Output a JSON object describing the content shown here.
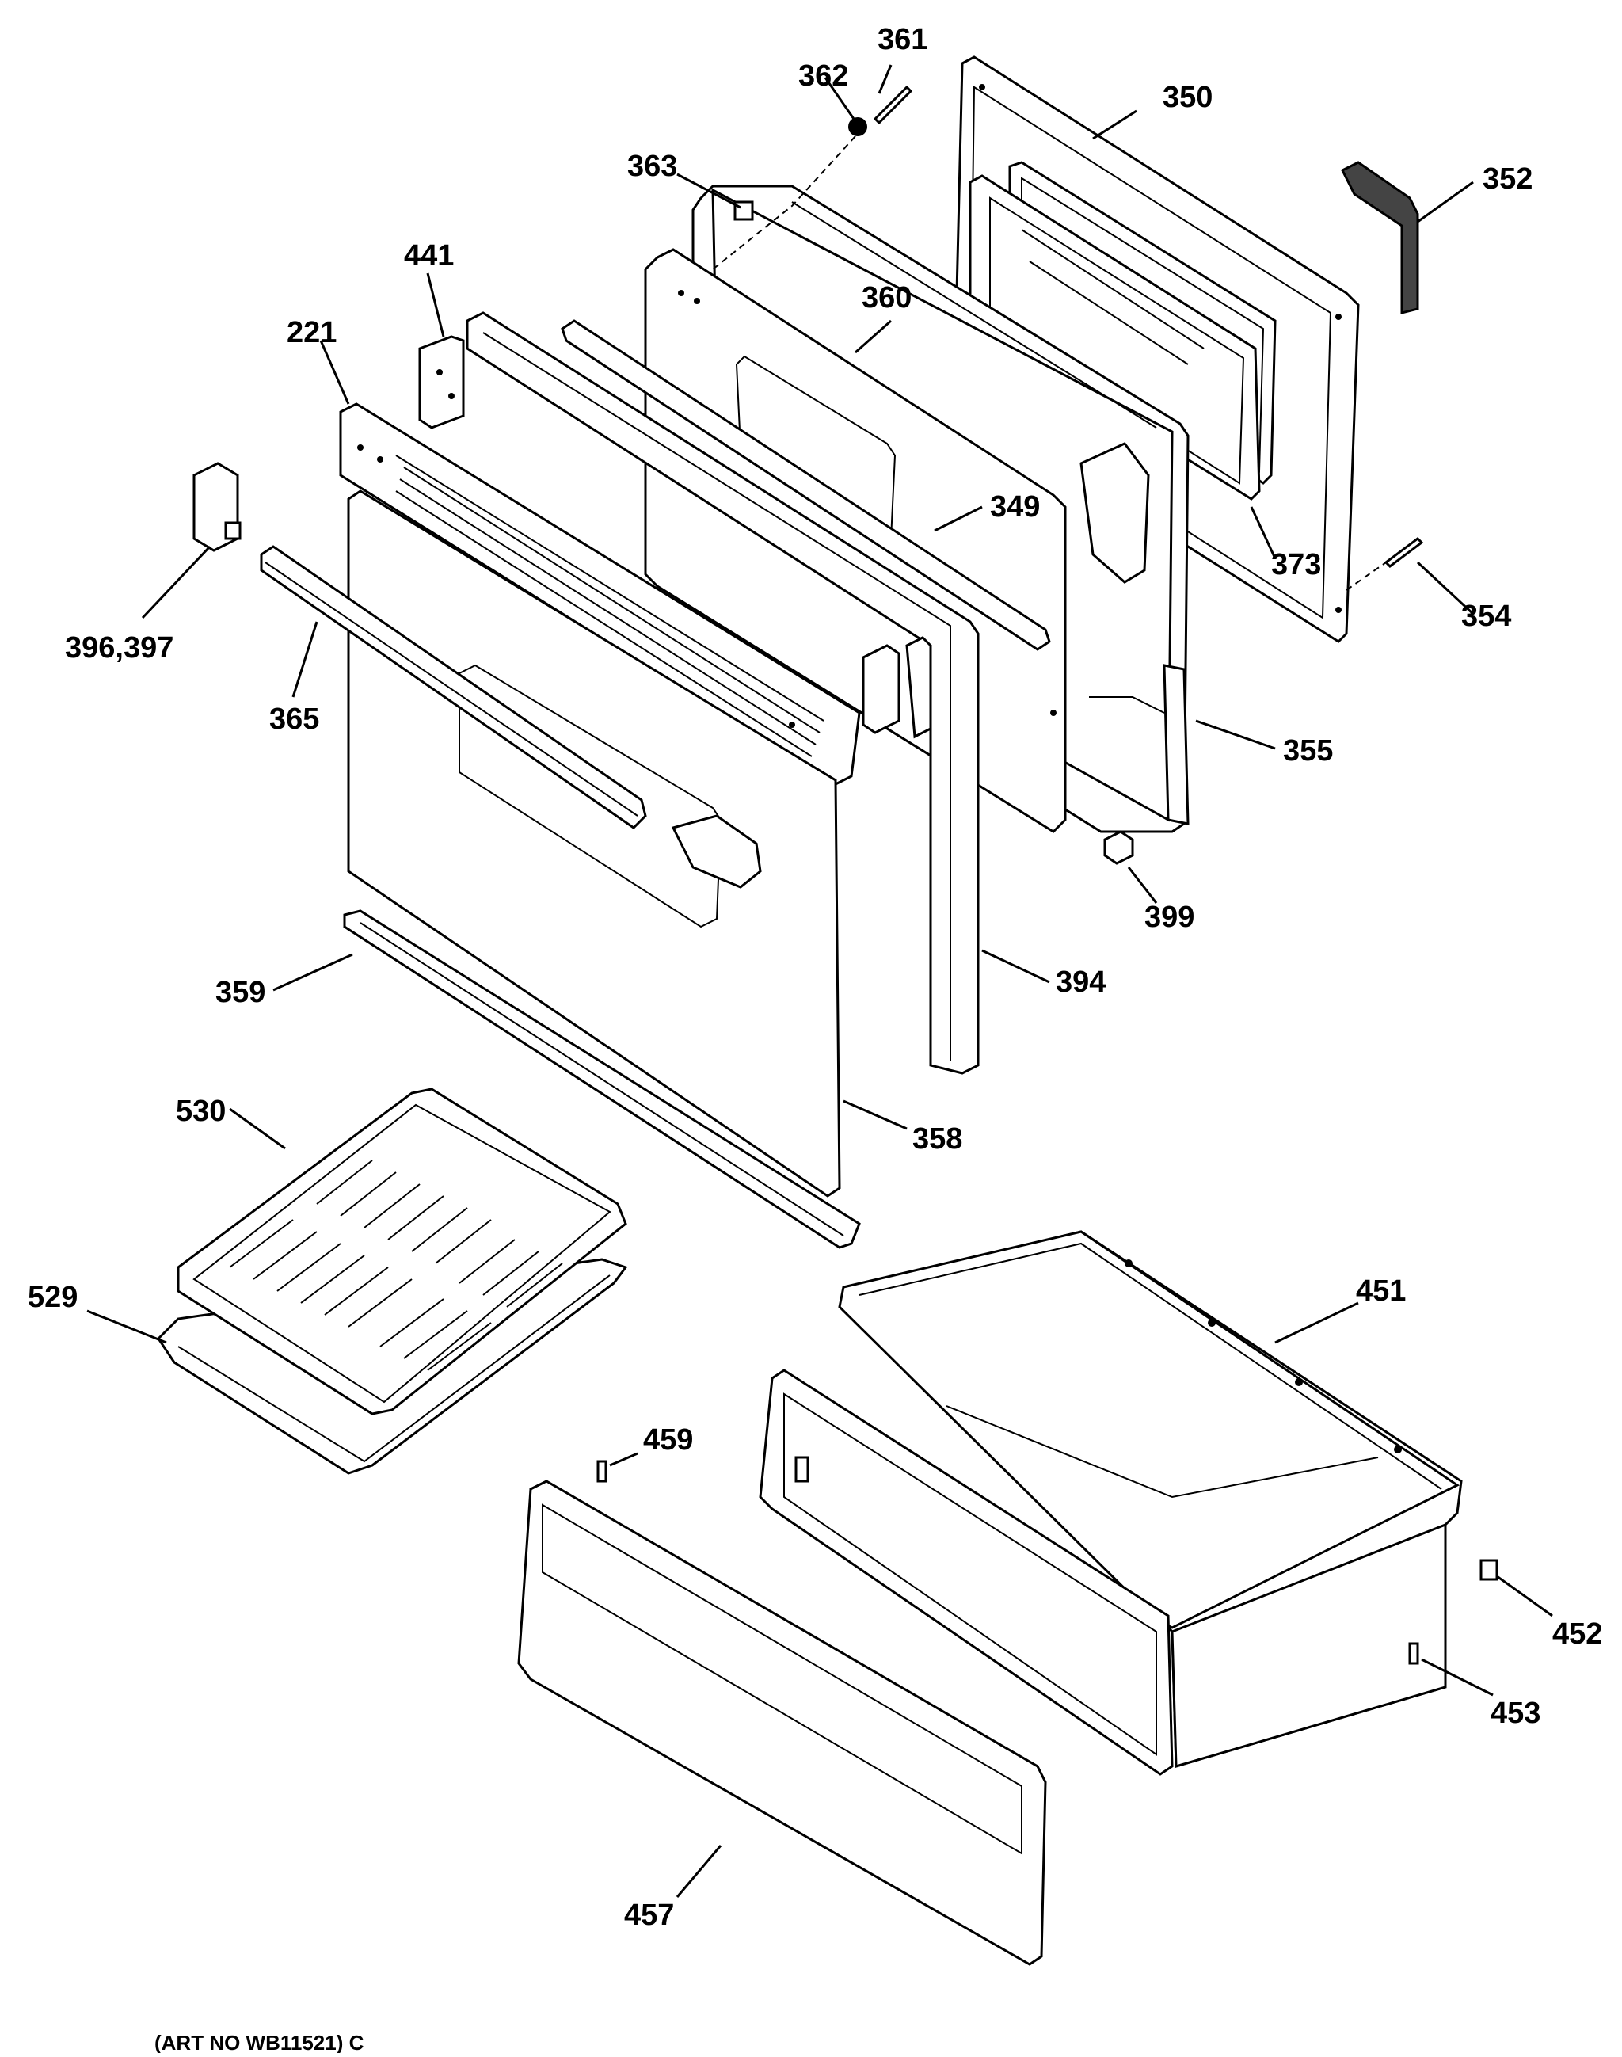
{
  "diagram": {
    "parts": [
      {
        "id": "361",
        "label": "361"
      },
      {
        "id": "362",
        "label": "362"
      },
      {
        "id": "350",
        "label": "350"
      },
      {
        "id": "352",
        "label": "352"
      },
      {
        "id": "363",
        "label": "363"
      },
      {
        "id": "441",
        "label": "441"
      },
      {
        "id": "360",
        "label": "360"
      },
      {
        "id": "221",
        "label": "221"
      },
      {
        "id": "349",
        "label": "349"
      },
      {
        "id": "373",
        "label": "373"
      },
      {
        "id": "396-397",
        "label": "396,397"
      },
      {
        "id": "354",
        "label": "354"
      },
      {
        "id": "365",
        "label": "365"
      },
      {
        "id": "355",
        "label": "355"
      },
      {
        "id": "399",
        "label": "399"
      },
      {
        "id": "359",
        "label": "359"
      },
      {
        "id": "394",
        "label": "394"
      },
      {
        "id": "530",
        "label": "530"
      },
      {
        "id": "358",
        "label": "358"
      },
      {
        "id": "451",
        "label": "451"
      },
      {
        "id": "529",
        "label": "529"
      },
      {
        "id": "459",
        "label": "459"
      },
      {
        "id": "452",
        "label": "452"
      },
      {
        "id": "453",
        "label": "453"
      },
      {
        "id": "457",
        "label": "457"
      }
    ],
    "art_number": "(ART NO WB11521) C"
  }
}
